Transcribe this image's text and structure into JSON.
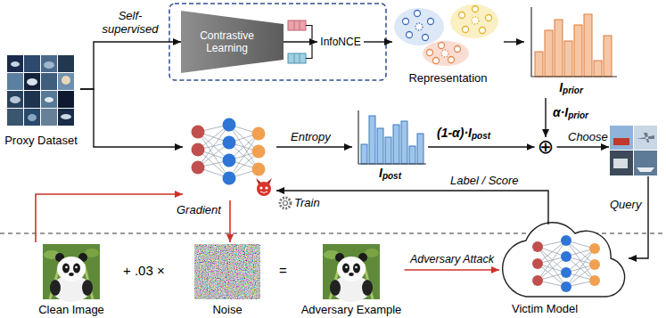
{
  "diagram": {
    "nodes": [
      {
        "text": [
          "Proxy Dataset"
        ]
      },
      {
        "text": [
          "Contrastive Learning"
        ]
      },
      {
        "text": [
          "InfoNCE"
        ]
      },
      {
        "text": [
          "Representation"
        ]
      },
      {
        "text": [
          "I",
          "prior"
        ]
      },
      {
        "text": [
          "Gradient"
        ]
      },
      {
        "text": [
          "I",
          "post"
        ]
      },
      {
        "text": [
          "⊕"
        ]
      },
      {
        "text": [
          "Choose"
        ]
      },
      {
        "text": [
          "Victim Model"
        ]
      },
      {
        "text": [
          "Clean Image"
        ]
      },
      {
        "text": [
          "Noise"
        ]
      },
      {
        "text": [
          "Adversary Example"
        ]
      }
    ],
    "edges": [
      {
        "from": 0,
        "to": 1,
        "label": "Self-supervised",
        "arrow": "to"
      },
      {
        "from": 1,
        "to": 2,
        "arrow": "to"
      },
      {
        "from": 2,
        "to": 3,
        "arrow": "to"
      },
      {
        "from": 3,
        "to": 4,
        "arrow": "to"
      },
      {
        "from": 0,
        "to": 5,
        "arrow": "to"
      },
      {
        "from": 5,
        "to": 6,
        "label": "Entropy",
        "arrow": "to"
      },
      {
        "from": 4,
        "to": 7,
        "arrow": "to"
      },
      {
        "from": 6,
        "to": 7,
        "arrow": "to"
      },
      {
        "from": 7,
        "to": 8,
        "arrow": "to"
      },
      {
        "from": 8,
        "to": 9,
        "label": "Query",
        "arrow": "to"
      },
      {
        "from": 9,
        "to": 5,
        "label": "Label / Score",
        "arrow": "to"
      },
      {
        "from": 10,
        "to": 5,
        "arrow": "to"
      },
      {
        "from": 5,
        "to": 11,
        "arrow": "to"
      },
      {
        "from": 12,
        "to": 9,
        "label": "Adversary Attack",
        "arrow": "to"
      }
    ],
    "labels": [
      "Train",
      "α·I",
      "prior",
      "(1-α)·I",
      "post",
      "+ .03 ×",
      "="
    ]
  }
}
